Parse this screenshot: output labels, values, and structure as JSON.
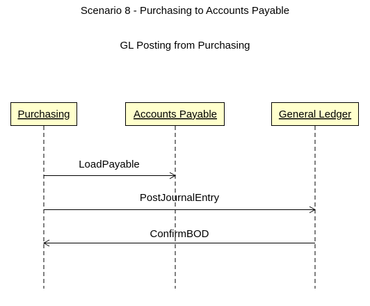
{
  "title": "Scenario 8 - Purchasing to Accounts Payable",
  "subtitle": "GL Posting from Purchasing",
  "lifelines": [
    {
      "label": "Purchasing"
    },
    {
      "label": "Accounts Payable"
    },
    {
      "label": "General Ledger"
    }
  ],
  "messages": [
    {
      "label": "LoadPayable",
      "from": "Purchasing",
      "to": "Accounts Payable"
    },
    {
      "label": "PostJournalEntry",
      "from": "Purchasing",
      "to": "General Ledger"
    },
    {
      "label": "ConfirmBOD",
      "from": "General Ledger",
      "to": "Purchasing"
    }
  ]
}
